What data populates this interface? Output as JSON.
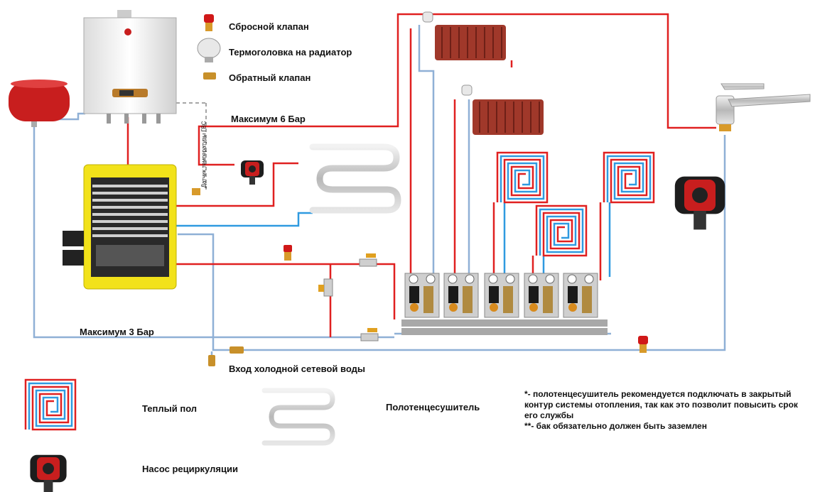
{
  "legend": {
    "relief_valve": "Сбросной клапан",
    "thermo_head": "Термоголовка на радиатор",
    "check_valve": "Обратный клапан"
  },
  "labels": {
    "max_6_bar": "Максимум 6 Бар",
    "max_3_bar": "Максимум 3 Бар",
    "sensor": "Датчик температуры ГВС",
    "cold_water_inlet": "Вход холодной сетевой воды"
  },
  "bottom_legend": {
    "warm_floor": "Теплый пол",
    "towel_dryer": "Полотенцесушитель",
    "recirc_pump": "Насос рециркуляции"
  },
  "notes": [
    "*- полотенцесушитель рекомендуется подключать в закрытый контур системы отопления, так как это позволит повысить срок его службы",
    "**- бак обязательно должен быть заземлен"
  ],
  "colors": {
    "hot_pipe": "#e02020",
    "cold_pipe": "#2f9ae0",
    "return_pipe": "#7fa6d0",
    "tank_yellow": "#f2e21a",
    "radiator": "#a0382a",
    "pump_red": "#c81e1e"
  }
}
